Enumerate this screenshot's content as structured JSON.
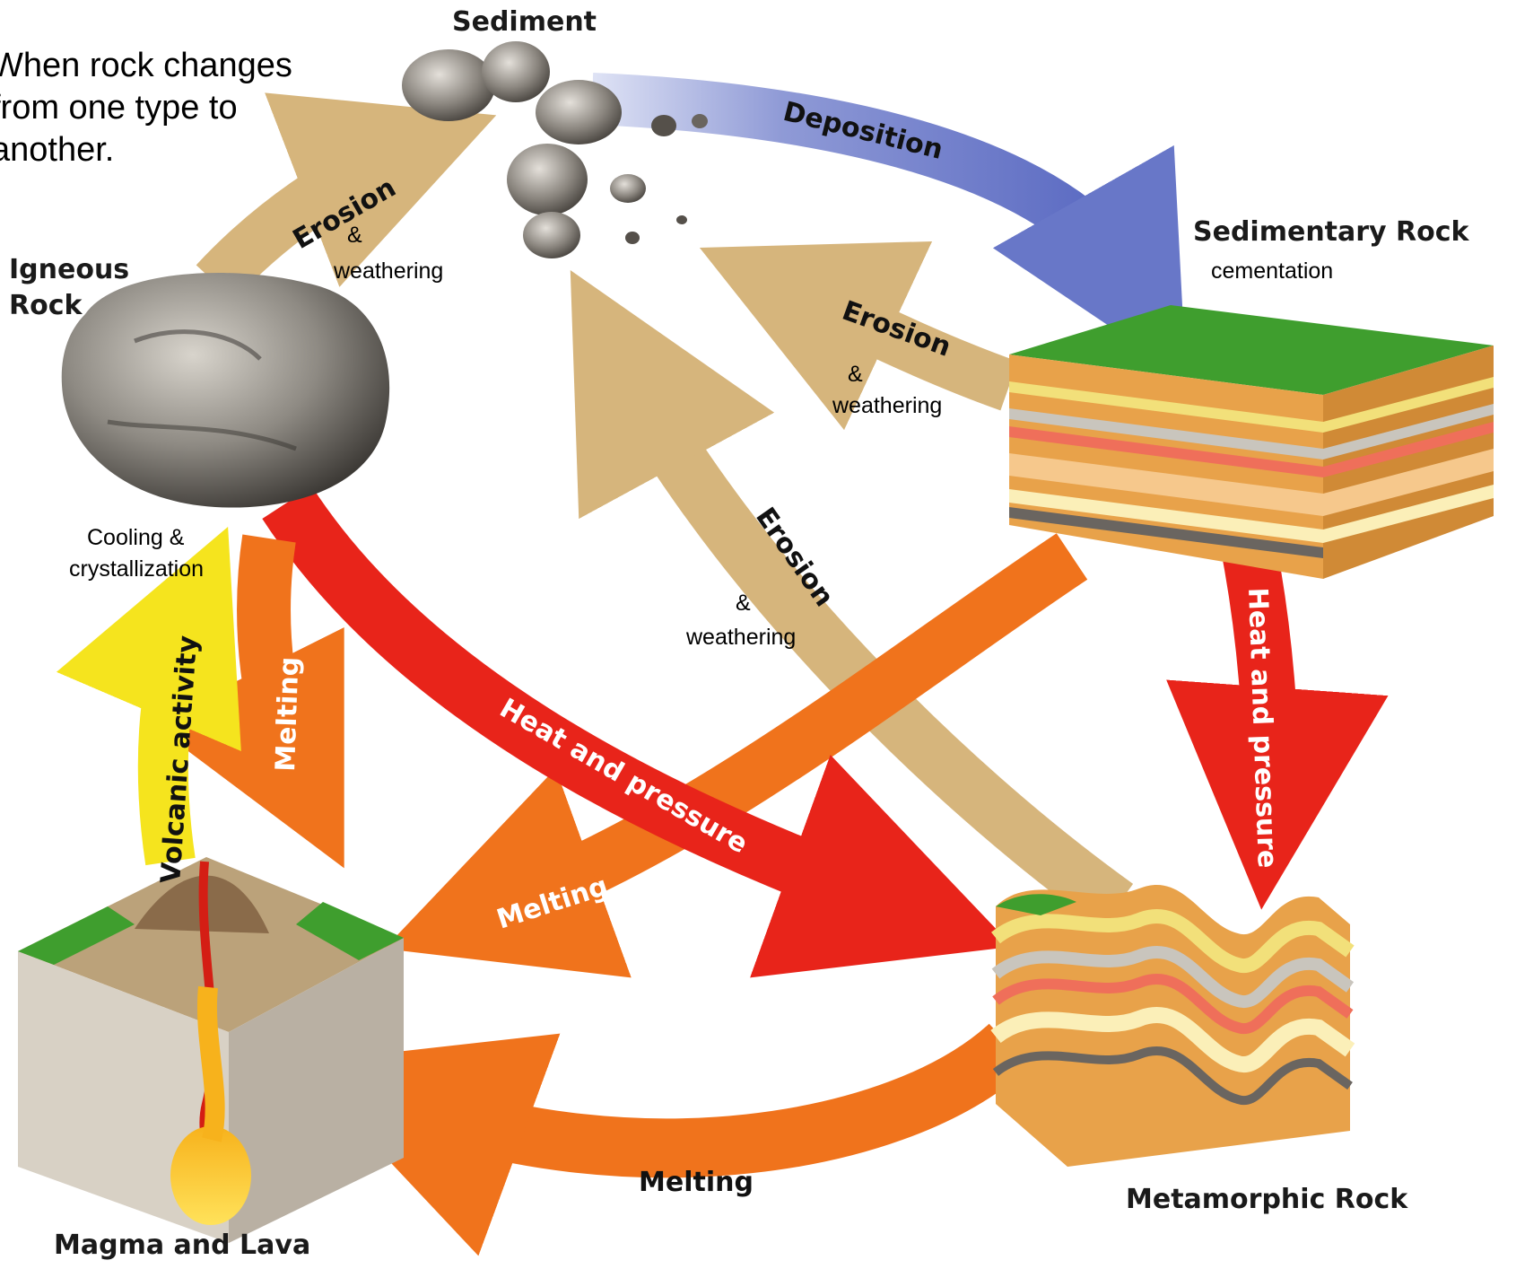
{
  "intro": {
    "line1": "When rock changes",
    "line2": "from one type to",
    "line3": "another."
  },
  "nodes": {
    "sediment": "Sediment",
    "sedimentary_rock": "Sedimentary Rock",
    "sedimentary_sub": "cementation",
    "igneous_line1": "Igneous",
    "igneous_line2": "Rock",
    "metamorphic_rock": "Metamorphic Rock",
    "magma": "Magma and Lava"
  },
  "arrows": {
    "deposition": "Deposition",
    "erosion_top": "Erosion",
    "erosion_top_amp": "&",
    "erosion_top_weathering": "weathering",
    "erosion_mid": "Erosion",
    "erosion_mid_amp": "&",
    "erosion_mid_weathering": "weathering",
    "erosion_center": "Erosion",
    "erosion_center_amp": "&",
    "erosion_center_weathering": "weathering",
    "cooling": "Cooling &",
    "crystallization": "crystallization",
    "volcanic": "Volcanic activity",
    "melting_left": "Melting",
    "heat_pressure_center": "Heat and pressure",
    "melting_center": "Melting",
    "heat_pressure_right": "Heat and pressure",
    "melting_bottom": "Melting"
  },
  "colors": {
    "tan": "#d6b57c",
    "blue": "#6877c8",
    "red": "#e8241a",
    "orange": "#f0731c",
    "yellow": "#f5e41e"
  }
}
